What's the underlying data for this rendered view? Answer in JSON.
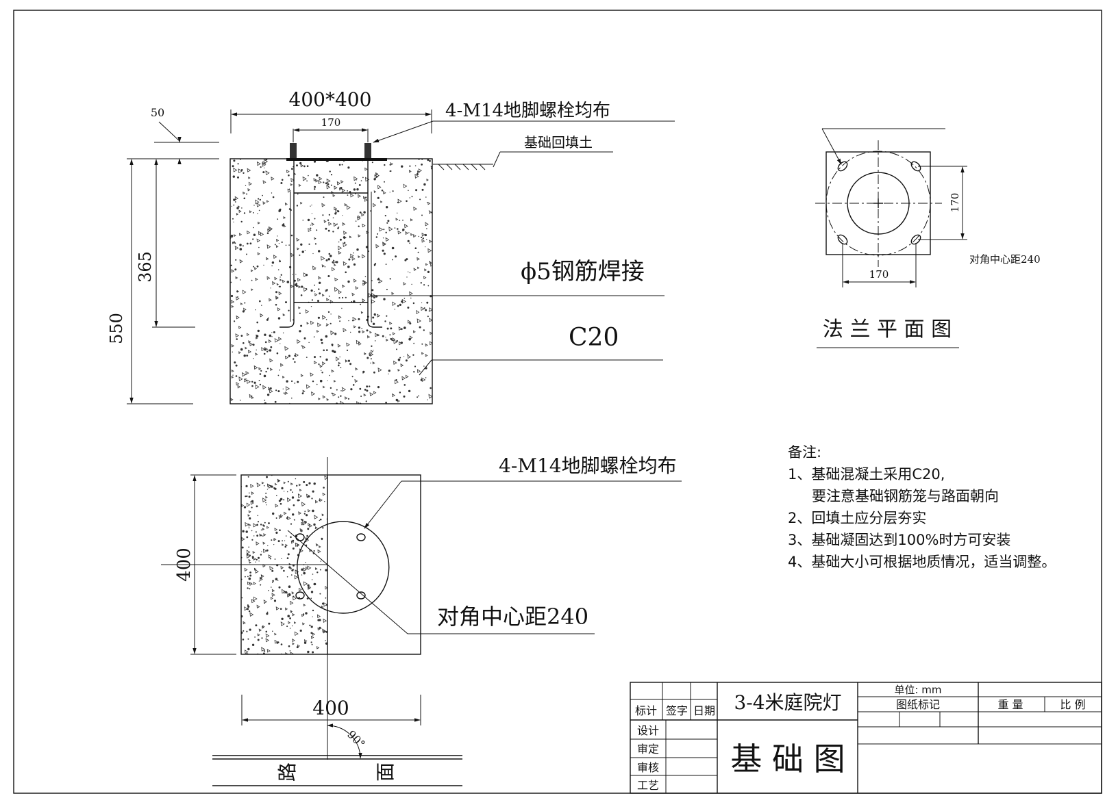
{
  "section_view": {
    "dim_top": "400*400",
    "dim_bolt_spacing": "170",
    "dim_plate": "50",
    "dim_anchor_depth": "365",
    "dim_total_depth": "550",
    "label_bolts": "4-M14地脚螺栓均布",
    "label_backfill": "基础回填土",
    "label_rebar": "ϕ5钢筋焊接",
    "label_concrete": "C20"
  },
  "flange_plan": {
    "dim_vertical": "170",
    "dim_horizontal": "170",
    "label_diagonal": "对角中心距240",
    "title": "法 兰 平 面 图"
  },
  "plan_view": {
    "label_bolts": "4-M14地脚螺栓均布",
    "label_diagonal": "对角中心距240",
    "dim_side": "400",
    "dim_bottom": "400",
    "angle": "90°",
    "road_char_1": "路",
    "road_char_2": "面"
  },
  "notes": {
    "heading": "备注:",
    "lines": [
      "1、基础混凝土采用C20,",
      "要注意基础钢筋笼与路面朝向",
      "2、回填土应分层夯实",
      "3、基础凝固达到100%时方可安装",
      "4、基础大小可根据地质情况，适当调整。"
    ]
  },
  "title_block": {
    "col_mark": "标计",
    "col_sign": "签字",
    "col_date": "日期",
    "row_design": "设计",
    "row_check": "审定",
    "row_review": "审核",
    "row_process": "工艺",
    "product": "3-4米庭院灯",
    "drawing_name": "基 础 图",
    "unit": "单位: mm",
    "drawing_mark": "图纸标记",
    "weight": "重 量",
    "scale": "比 例"
  }
}
